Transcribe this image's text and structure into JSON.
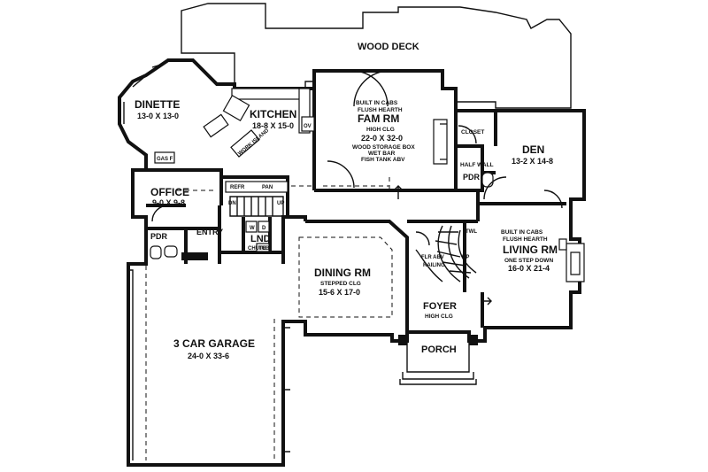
{
  "rooms": {
    "wood_deck": "WOOD DECK",
    "dinette": {
      "name": "DINETTE",
      "size": "13-0 X 13-0"
    },
    "kitchen": {
      "name": "KITCHEN",
      "size": "18-8 X 15-0"
    },
    "fam_rm": {
      "name": "FAM RM",
      "clg": "HIGH CLG",
      "size": "22-0 X 32-0"
    },
    "den": {
      "name": "DEN",
      "size": "13-2 X 14-8"
    },
    "office": {
      "name": "OFFICE",
      "size": "9-0 X 9-8"
    },
    "entry": "ENTRY",
    "lnd": "LND",
    "pdr_left": "PDR",
    "pdr_right": "PDR",
    "dining_rm": {
      "name": "DINING RM",
      "clg": "STEPPED CLG",
      "size": "15-6 X 17-0"
    },
    "living_rm": {
      "name": "LIVING RM",
      "note": "ONE STEP DOWN",
      "size": "16-0 X 21-4"
    },
    "foyer": {
      "name": "FOYER",
      "clg": "HIGH CLG"
    },
    "porch": "PORCH",
    "garage": {
      "name": "3 CAR GARAGE",
      "size": "24-0 X 33-6"
    }
  },
  "labels": {
    "built_in_cabs": "BUILT IN CABS",
    "flush_hearth": "FLUSH HEARTH",
    "wood_storage_box": "WOOD STORAGE BOX",
    "wet_bar": "WET BAR",
    "fish_tank_abv": "FISH TANK ABV",
    "closet": "CLOSET",
    "half_wall": "HALF WALL",
    "refr": "REFR",
    "pan": "PAN",
    "dn": "DN",
    "up_kitchen": "UP",
    "w": "W",
    "d": "D",
    "chute": "CHUTE",
    "tub": "TUB",
    "gas_f": "GAS F",
    "ov": "OV",
    "island": "WORK ISLAND",
    "twl": "TWL",
    "up_foyer": "UP",
    "flr_abv": "FLR ABV",
    "railing": "RAILING",
    "lr_built_in_cabs": "BUILT IN CABS",
    "lr_flush_hearth": "FLUSH HEARTH"
  }
}
